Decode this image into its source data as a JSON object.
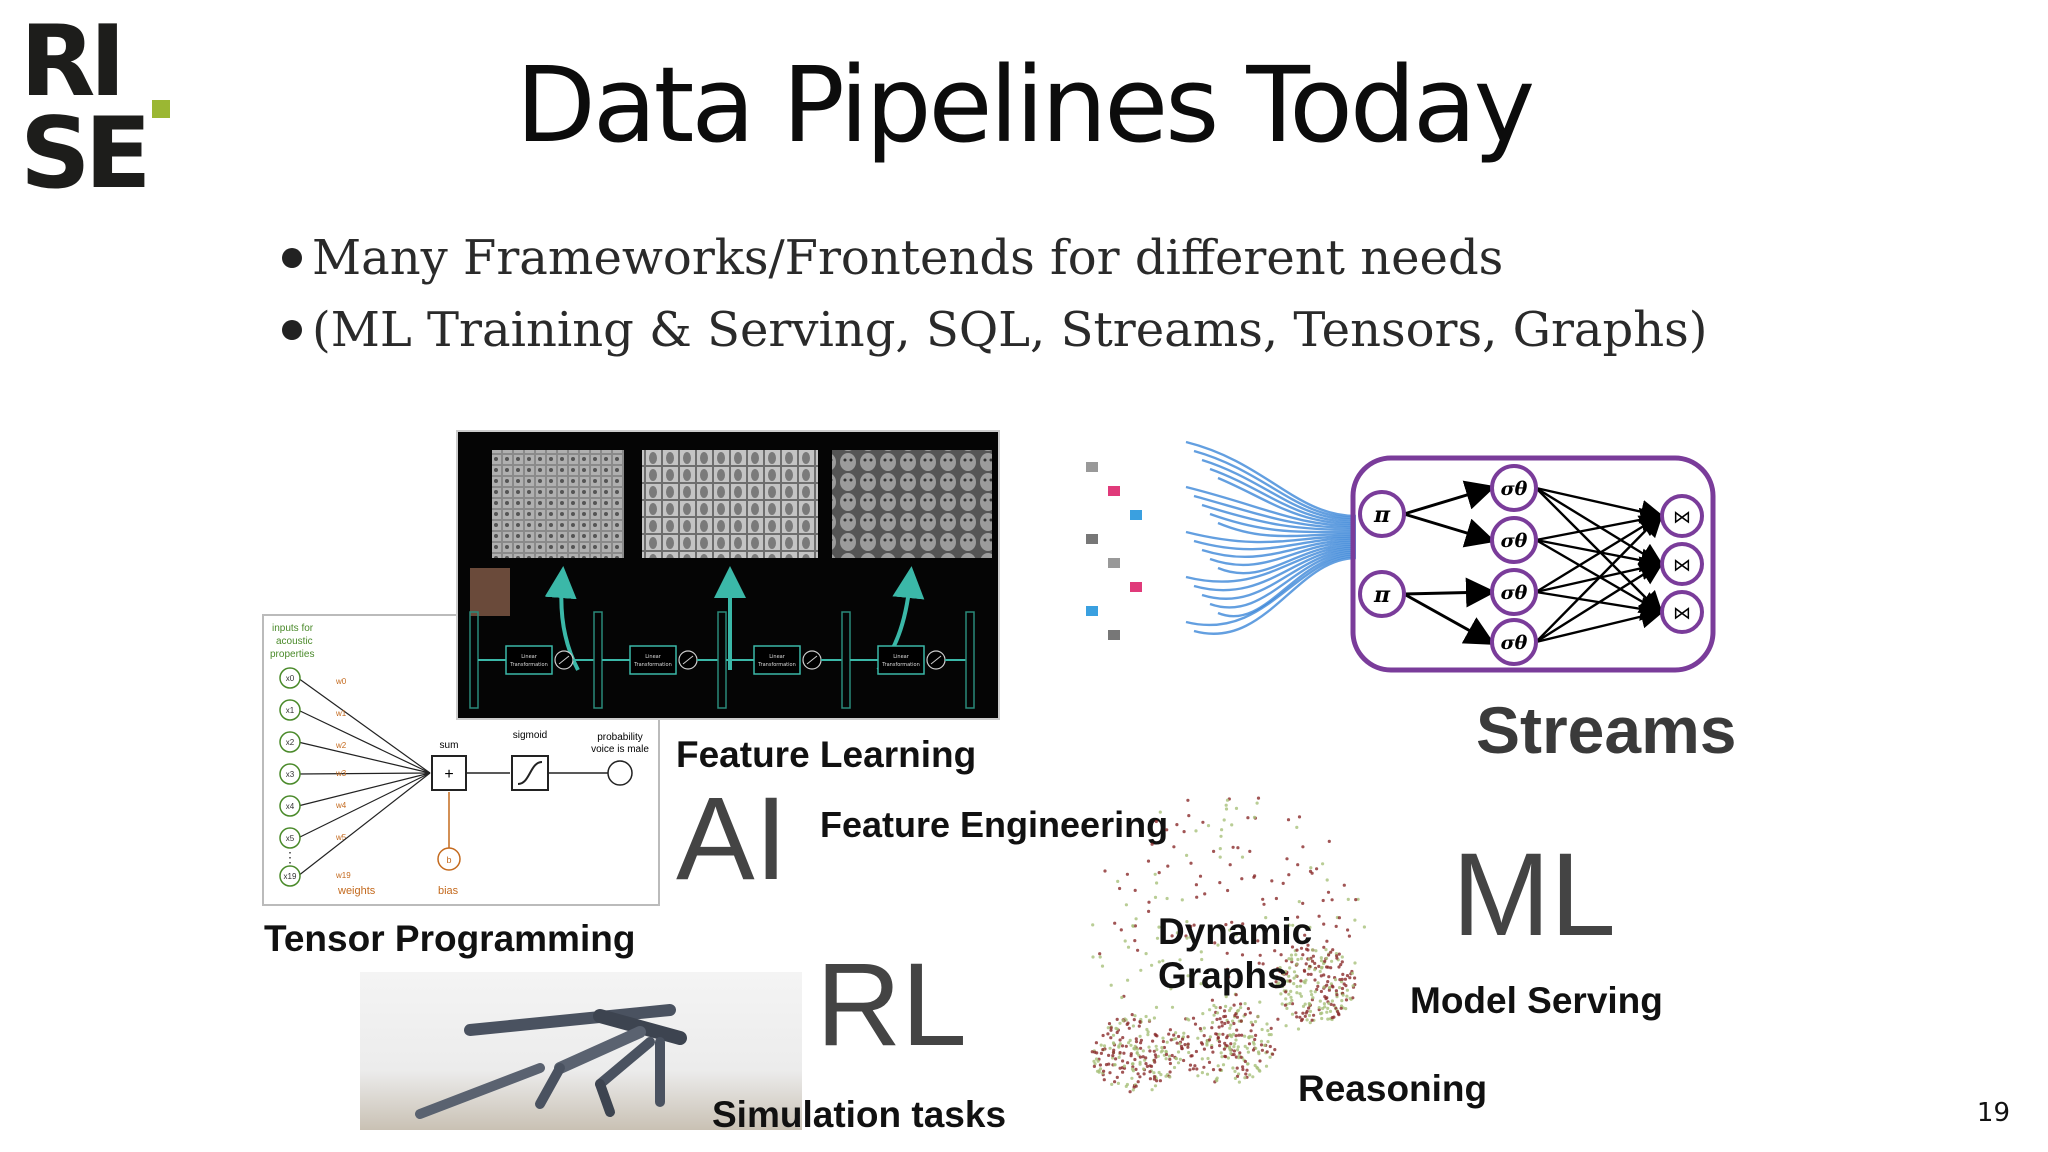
{
  "slide": {
    "title": "Data Pipelines Today",
    "bullets": [
      "Many Frameworks/Frontends for different needs",
      "(ML Training & Serving, SQL, Streams, Tensors, Graphs)"
    ],
    "page_number": "19"
  },
  "logo": {
    "line1": "RI",
    "line2": "SE",
    "accent_color": "#9bb733"
  },
  "labels": {
    "feature_learning": "Feature Learning",
    "feature_engineering": "Feature Engineering",
    "tensor_programming": "Tensor Programming",
    "simulation_tasks": "Simulation tasks",
    "streams": "Streams",
    "model_serving": "Model Serving",
    "dynamic_graphs_1": "Dynamic",
    "dynamic_graphs_2": "Graphs",
    "reasoning": "Reasoning",
    "ai": "AI",
    "rl": "RL",
    "ml": "ML"
  },
  "neuron_diagram": {
    "inputs_label": [
      "inputs for",
      "acoustic",
      "properties"
    ],
    "sum_label": "sum",
    "sigmoid_label": "sigmoid",
    "prob_label": [
      "probability",
      "voice is male"
    ],
    "weights_label": "weights",
    "bias_label": "bias",
    "inputs": [
      "x0",
      "x1",
      "x2",
      "x3",
      "x4",
      "x5",
      "x19"
    ],
    "weights": [
      "w0",
      "w1",
      "w2",
      "w3",
      "w4",
      "w5",
      "w19"
    ],
    "bias_node": "b",
    "plus": "+"
  },
  "feature_learning_image": {
    "transform_label": [
      "Linear",
      "Transformation"
    ]
  },
  "stream_graph": {
    "pi": "π",
    "sigma": "σθ",
    "join": "⋈",
    "accent_color": "#7a3c9a"
  }
}
